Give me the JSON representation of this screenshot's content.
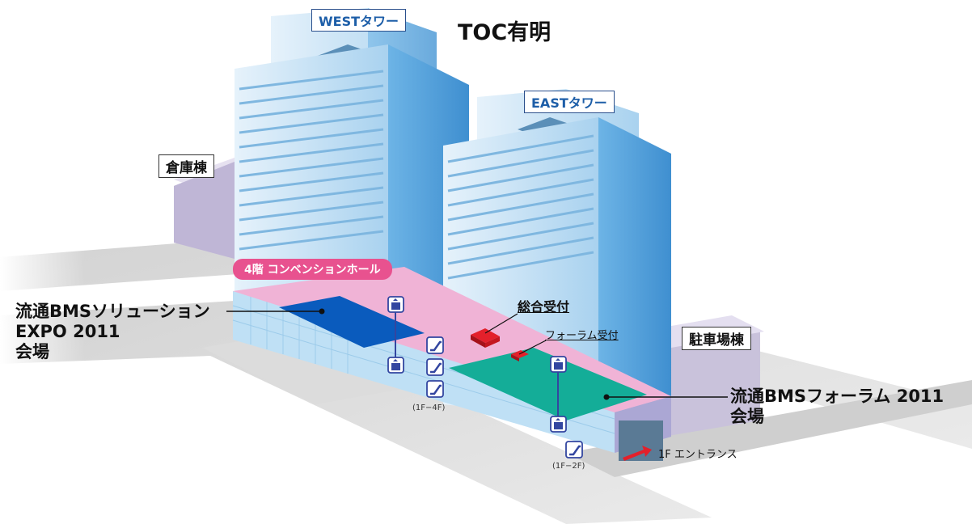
{
  "title": "TOC有明",
  "towers": {
    "west": "WESTタワー",
    "east": "EASTタワー"
  },
  "buildings": {
    "warehouse": "倉庫棟",
    "parking": "駐車場棟"
  },
  "floor_banner": "4階 コンベンションホール",
  "reception": {
    "main": "総合受付",
    "forum": "フォーラム受付"
  },
  "venues": {
    "expo": {
      "line1": "流通BMSソリューション",
      "line2": "EXPO 2011",
      "line3": "会場"
    },
    "forum": {
      "line1": "流通BMSフォーラム 2011",
      "line2": "会場"
    }
  },
  "escalators": {
    "left_range": "(1F−4F)",
    "right_range": "(1F−2F)"
  },
  "entrance": "1F エントランス",
  "colors": {
    "expo_area": "#0a5bbd",
    "forum_area": "#14ad98",
    "floor_pink": "#f0b3d6",
    "reception_red": "#e3202b",
    "banner_pink": "#e8528f"
  }
}
